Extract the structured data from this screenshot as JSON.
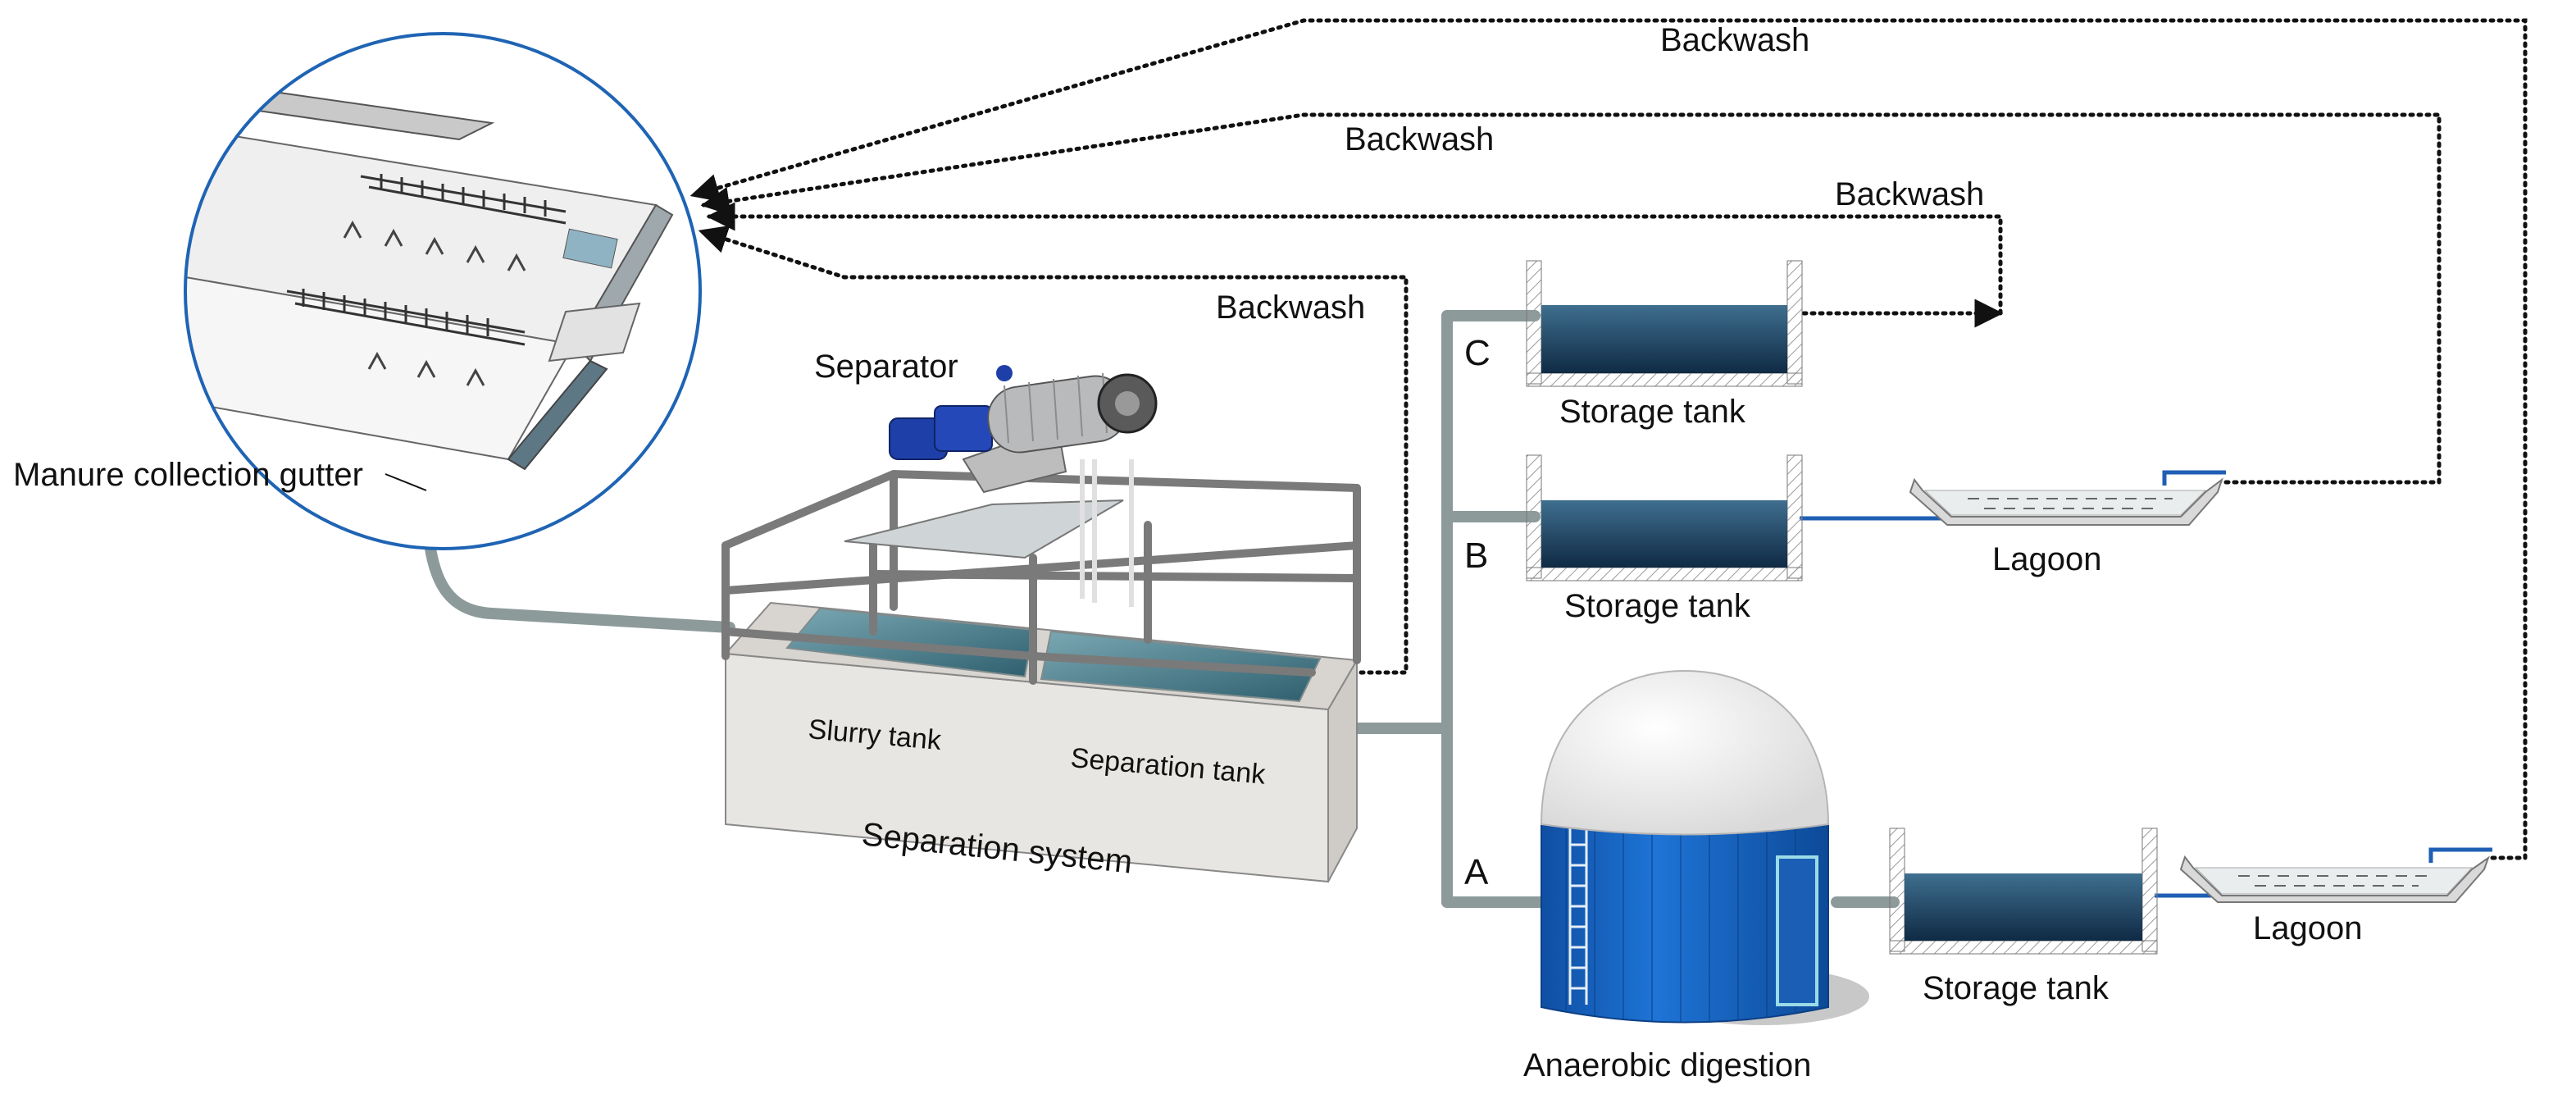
{
  "labels": {
    "manure_collection_gutter": "Manure collection gutter",
    "separator": "Separator",
    "slurry_tank": "Slurry tank",
    "separation_tank": "Separation tank",
    "separation_system": "Separation system",
    "storage_tank_c": "Storage tank",
    "storage_tank_b": "Storage tank",
    "storage_tank_a": "Storage tank",
    "lagoon_b": "Lagoon",
    "lagoon_a": "Lagoon",
    "anaerobic_digestion": "Anaerobic digestion",
    "backwash_1": "Backwash",
    "backwash_2": "Backwash",
    "backwash_3": "Backwash",
    "backwash_4": "Backwash",
    "branch_a": "A",
    "branch_b": "B",
    "branch_c": "C"
  },
  "colors": {
    "pipe": "#8c9a9a",
    "water_dark": "#14334f",
    "water_light": "#3f6f8f",
    "digester_blue": "#1666c6",
    "digester_dome": "#f1f1f1",
    "circle_outline": "#1f64b4",
    "concrete": "#e8e6e2",
    "backwash_line": "#111111"
  }
}
